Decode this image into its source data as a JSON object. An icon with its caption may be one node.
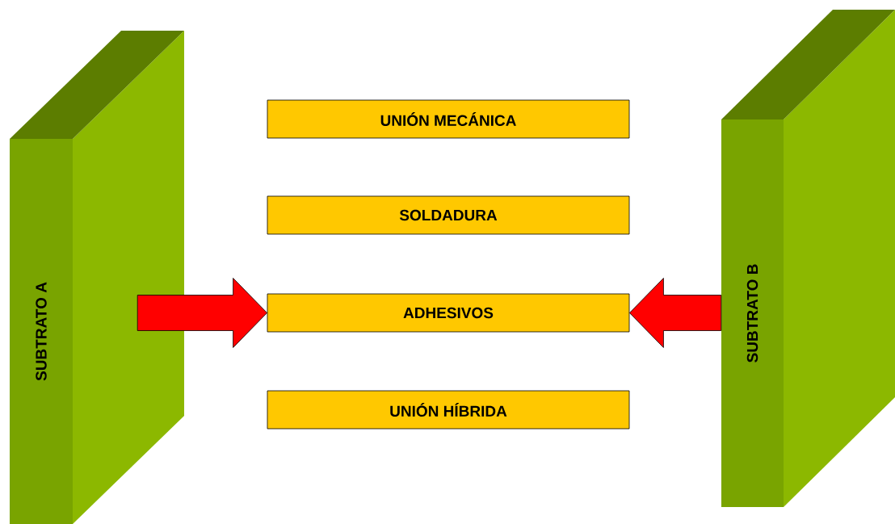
{
  "diagram": {
    "nodes": [
      {
        "text": [
          "SUBTRATO  A"
        ]
      },
      {
        "text": [
          "SUBTRATO  B"
        ]
      },
      {
        "text": [
          "UNIÓN MECÁNICA"
        ]
      },
      {
        "text": [
          "SOLDADURA"
        ]
      },
      {
        "text": [
          "ADHESIVOS"
        ]
      },
      {
        "text": [
          "UNIÓN HÍBRIDA"
        ]
      }
    ],
    "edges": [
      {
        "from": 0,
        "to": 4,
        "arrow": "to"
      },
      {
        "from": 1,
        "to": 4,
        "arrow": "to"
      }
    ]
  }
}
